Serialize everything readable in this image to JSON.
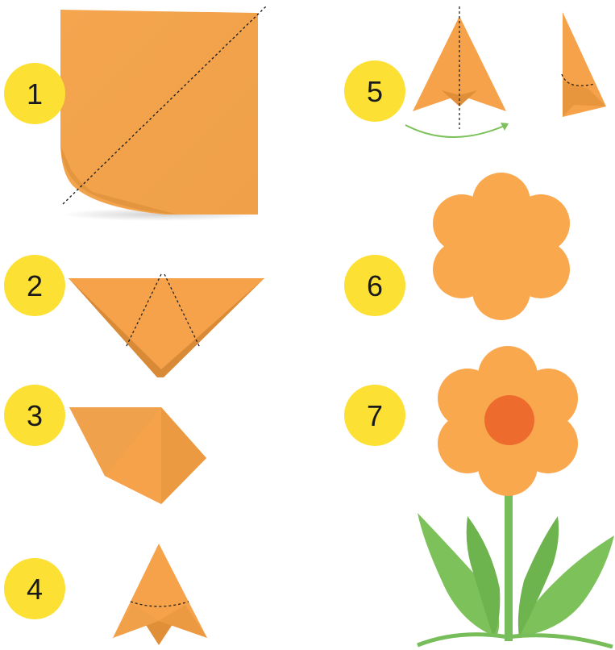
{
  "steps": [
    {
      "number": "1"
    },
    {
      "number": "2"
    },
    {
      "number": "3"
    },
    {
      "number": "4"
    },
    {
      "number": "5"
    },
    {
      "number": "6"
    },
    {
      "number": "7"
    }
  ],
  "colors": {
    "badge": "#FCE034",
    "paper": "#F5A24A",
    "paper_light": "#F7B060",
    "paper_dark": "#E08F38",
    "flower_center": "#EE6B2E",
    "stem": "#77BE5A",
    "leaf": "#7CC15A",
    "leaf_dark": "#5FA844",
    "arrow": "#7CC15A"
  }
}
